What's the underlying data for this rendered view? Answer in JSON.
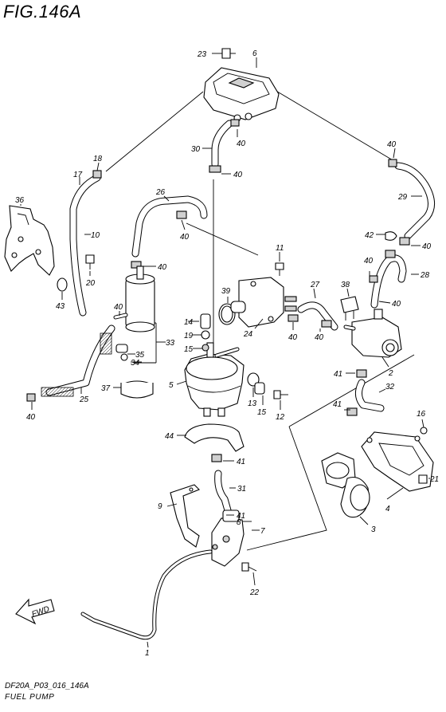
{
  "figure": {
    "title": "FIG.146A",
    "code": "DF20A_P03_016_146A",
    "name": "FUEL PUMP",
    "direction_label": "FWD"
  },
  "callouts": [
    "1",
    "2",
    "3",
    "4",
    "5",
    "6",
    "7",
    "8",
    "9",
    "10",
    "11",
    "12",
    "13",
    "14",
    "15",
    "16",
    "17",
    "18",
    "19",
    "20",
    "21",
    "22",
    "23",
    "24",
    "25",
    "26",
    "27",
    "28",
    "29",
    "30",
    "31",
    "32",
    "33",
    "34",
    "35",
    "36",
    "37",
    "38",
    "39",
    "40",
    "41",
    "42",
    "43",
    "44"
  ]
}
